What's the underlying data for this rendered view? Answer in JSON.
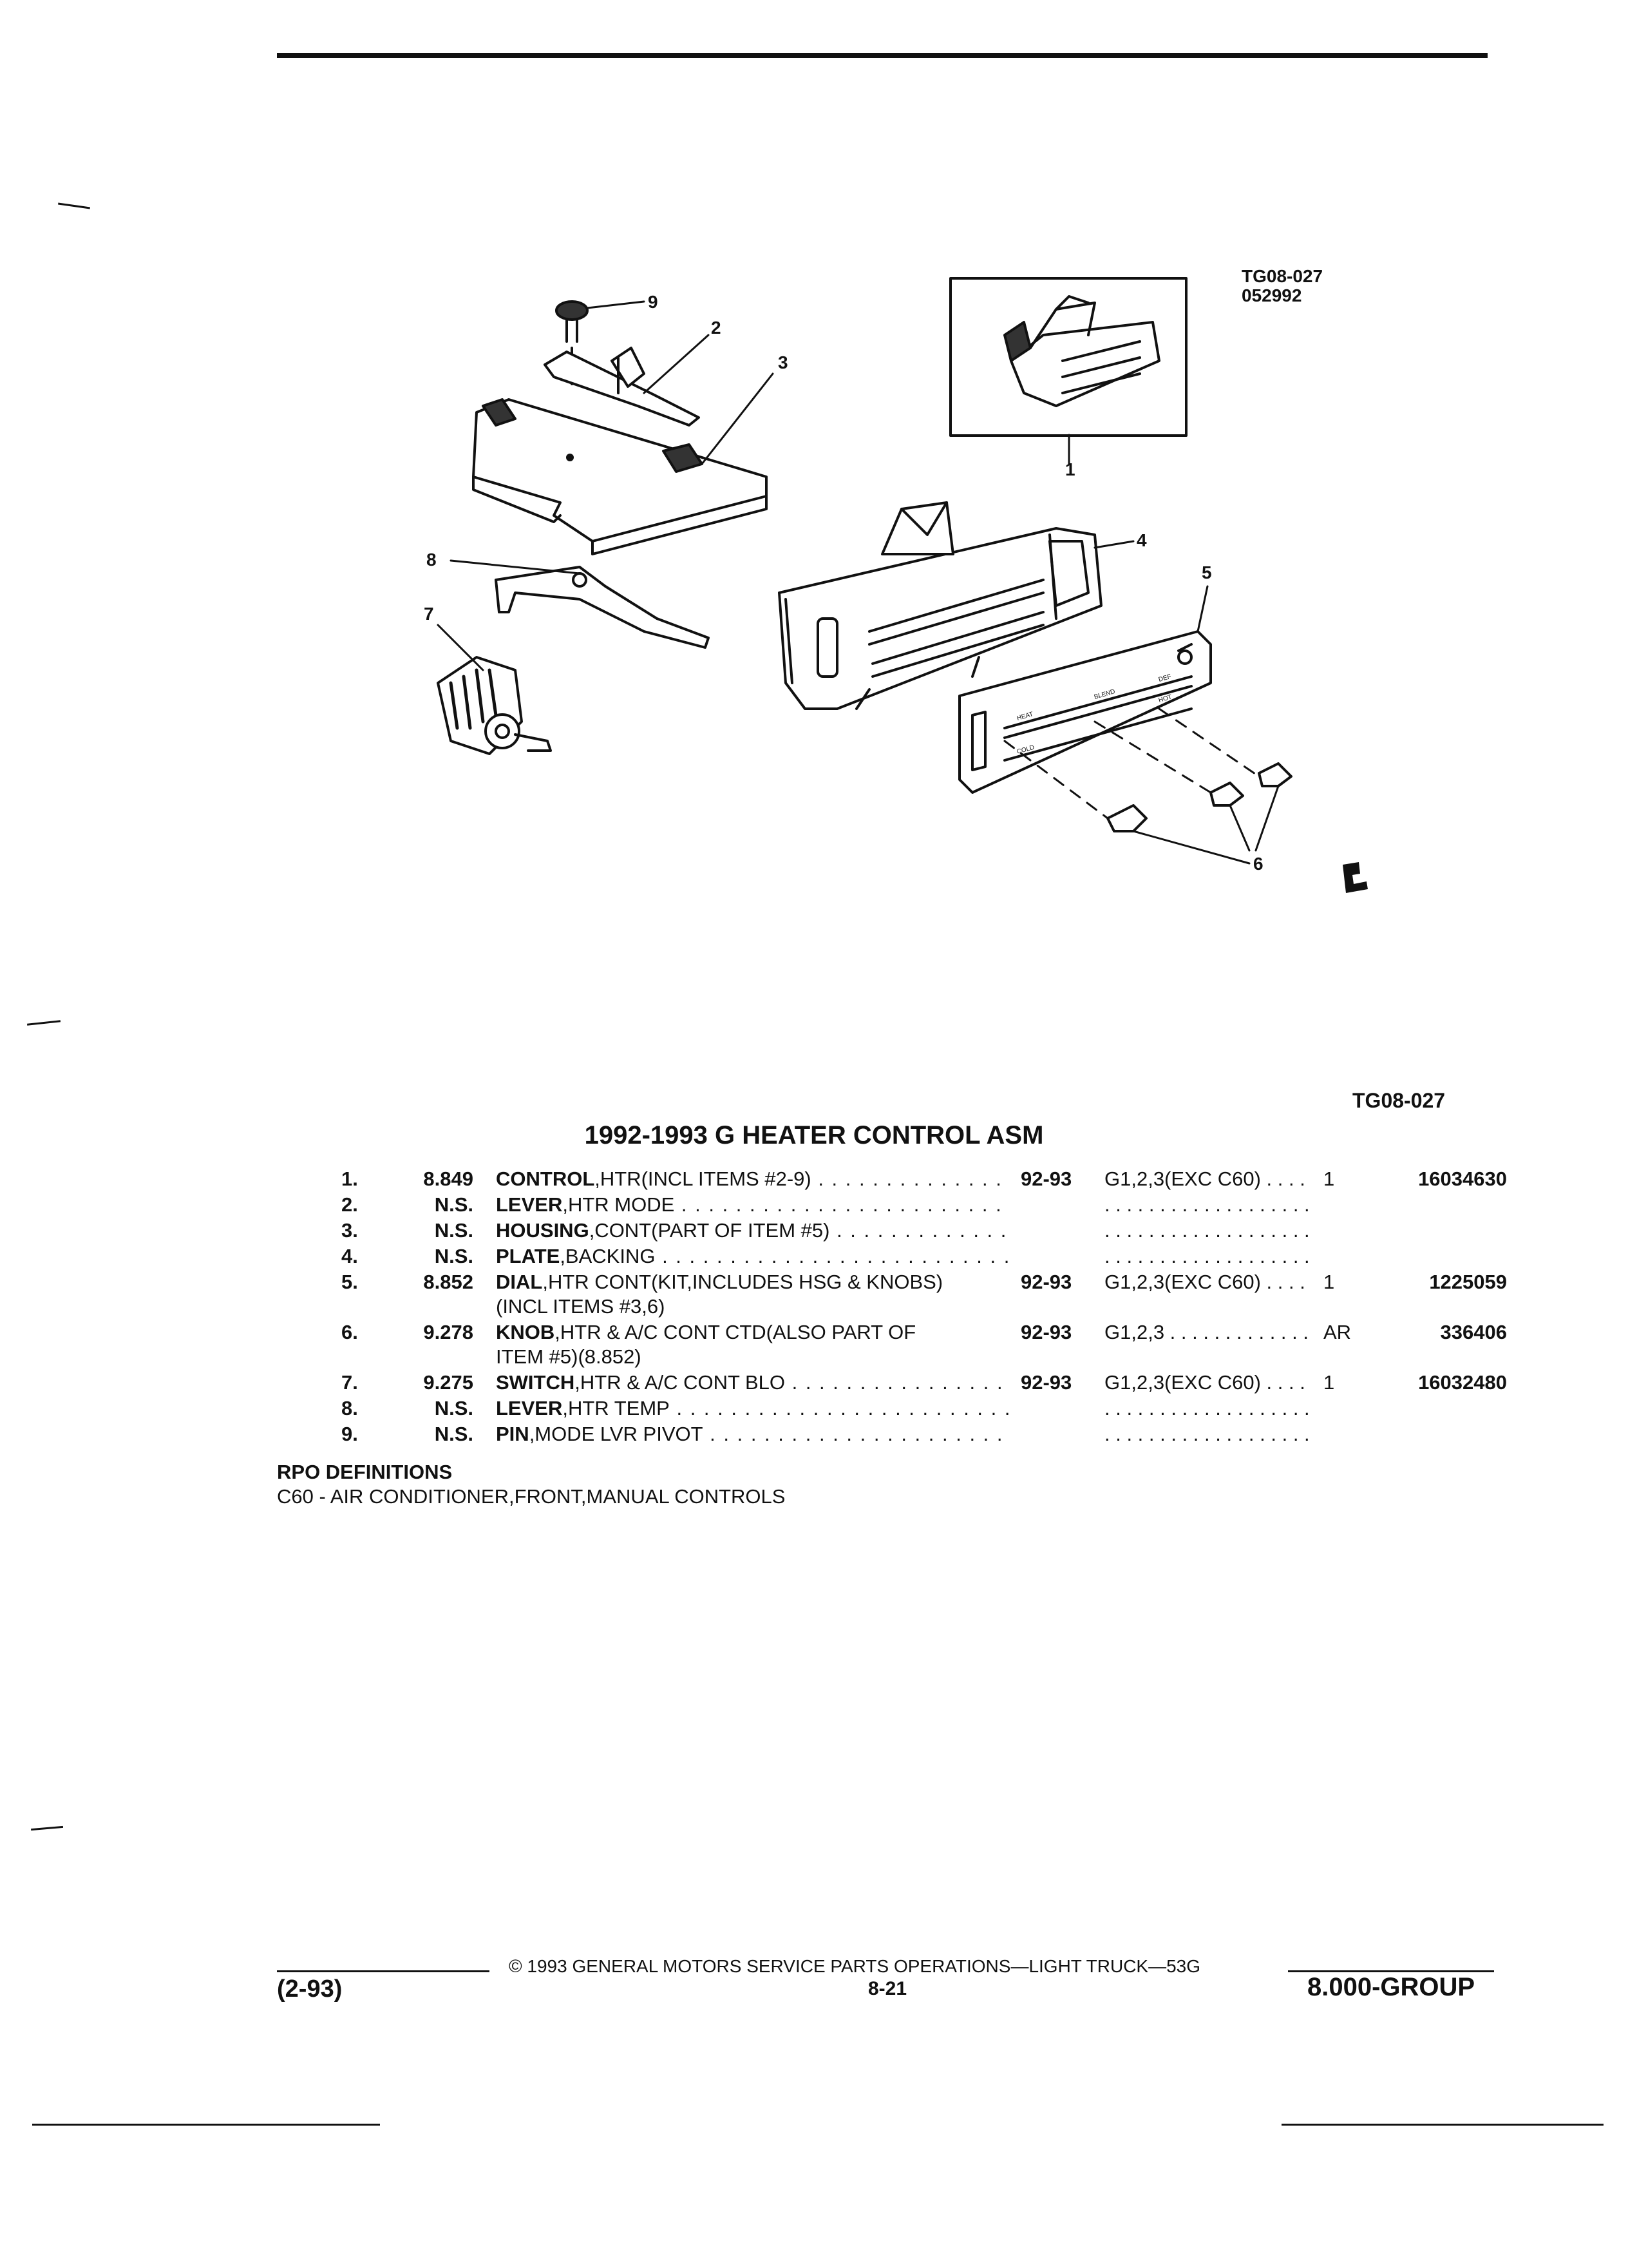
{
  "header": {
    "figure_code": "TG08-027",
    "figure_date": "052992"
  },
  "diagram": {
    "callouts": [
      "1",
      "2",
      "3",
      "4",
      "5",
      "6",
      "7",
      "8",
      "9"
    ],
    "bottom_code": "TG08-027"
  },
  "section_title": "1992-1993 G HEATER CONTROL ASM",
  "parts": [
    {
      "item": "1.",
      "code": "8.849",
      "name": "CONTROL",
      "desc": ",HTR(INCL ITEMS #2-9)",
      "desc2": "",
      "years": "92-93",
      "app": "G1,2,3(EXC C60)",
      "qty": "1",
      "part_no": "16034630"
    },
    {
      "item": "2.",
      "code": "N.S.",
      "name": "LEVER",
      "desc": ",HTR MODE",
      "desc2": "",
      "years": "",
      "app": "",
      "qty": "",
      "part_no": ""
    },
    {
      "item": "3.",
      "code": "N.S.",
      "name": "HOUSING",
      "desc": ",CONT(PART OF ITEM #5)",
      "desc2": "",
      "years": "",
      "app": "",
      "qty": "",
      "part_no": ""
    },
    {
      "item": "4.",
      "code": "N.S.",
      "name": "PLATE",
      "desc": ",BACKING",
      "desc2": "",
      "years": "",
      "app": "",
      "qty": "",
      "part_no": ""
    },
    {
      "item": "5.",
      "code": "8.852",
      "name": "DIAL",
      "desc": ",HTR CONT(KIT,INCLUDES HSG & KNOBS)",
      "desc2": "(INCL ITEMS #3,6)",
      "years": "92-93",
      "app": "G1,2,3(EXC C60)",
      "qty": "1",
      "part_no": "1225059"
    },
    {
      "item": "6.",
      "code": "9.278",
      "name": "KNOB",
      "desc": ",HTR & A/C CONT CTD(ALSO PART OF",
      "desc2": "ITEM #5)(8.852)",
      "years": "92-93",
      "app": "G1,2,3",
      "qty": "AR",
      "part_no": "336406"
    },
    {
      "item": "7.",
      "code": "9.275",
      "name": "SWITCH",
      "desc": ",HTR & A/C CONT BLO",
      "desc2": "",
      "years": "92-93",
      "app": "G1,2,3(EXC C60)",
      "qty": "1",
      "part_no": "16032480"
    },
    {
      "item": "8.",
      "code": "N.S.",
      "name": "LEVER",
      "desc": ",HTR TEMP",
      "desc2": "",
      "years": "",
      "app": "",
      "qty": "",
      "part_no": ""
    },
    {
      "item": "9.",
      "code": "N.S.",
      "name": "PIN",
      "desc": ",MODE LVR PIVOT",
      "desc2": "",
      "years": "",
      "app": "",
      "qty": "",
      "part_no": ""
    }
  ],
  "rpo": {
    "heading": "RPO DEFINITIONS",
    "definition": "C60 - AIR CONDITIONER,FRONT,MANUAL CONTROLS"
  },
  "footer": {
    "copyright": "© 1993 GENERAL MOTORS SERVICE PARTS OPERATIONS—LIGHT TRUCK—53G",
    "date_code": "(2-93)",
    "page": "8-21",
    "group": "8.000-GROUP"
  }
}
